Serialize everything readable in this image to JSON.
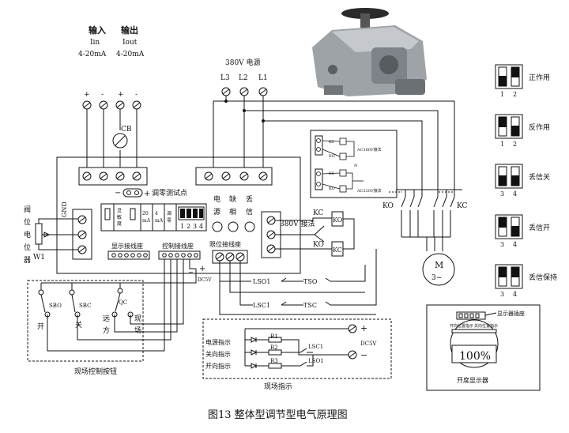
{
  "inputs": {
    "input_title": "输入",
    "input_sub": "Iin",
    "input_range": "4-20mA",
    "output_title": "输出",
    "output_sub": "Iout",
    "output_range": "4-20mA",
    "signs": [
      "+",
      "-",
      "+",
      "-"
    ],
    "cb": "CB"
  },
  "power": {
    "title": "380V 电源",
    "phases": [
      "L3",
      "L2",
      "L1"
    ]
  },
  "board": {
    "zero_test": "调零测试点",
    "minus": "−",
    "plus": "+",
    "sensitivity": [
      "灵",
      "敏",
      "度"
    ],
    "ma20": [
      "20",
      "mA"
    ],
    "ma4": [
      "4",
      "mA"
    ],
    "zero_adj": [
      "调",
      "零"
    ],
    "switch_nums": [
      "1",
      "2",
      "3",
      "4"
    ],
    "status_labels": [
      [
        "电",
        "源"
      ],
      [
        "缺",
        "相"
      ],
      [
        "丢",
        "信"
      ]
    ],
    "display_socket": "显示接线座",
    "control_socket": "控制接线座",
    "limit_socket": "限位接线座",
    "wiring_380": "380V 接法",
    "gnd": "GND",
    "dc5v": "DC5V",
    "kc": "KC",
    "ko": "KO"
  },
  "feedback": {
    "label": [
      "阀",
      "位",
      "电",
      "位",
      "器"
    ],
    "w1": "W1"
  },
  "relay_box": {
    "row1": "AC380V接法",
    "row2": "AC220V接法",
    "kc": "KC",
    "ko": "KO",
    "n": "N"
  },
  "motor": {
    "m": "M",
    "phase": "3~",
    "ko": "KO",
    "kc": "KC"
  },
  "limits": {
    "lso1": "LSO1",
    "tso": "TSO",
    "lsc1": "LSC1",
    "tsc": "TSC"
  },
  "buttons": {
    "sbo": "SBO",
    "sbc": "SBC",
    "qc": "QC",
    "open": "开",
    "close": "关",
    "remote": [
      "远",
      "方"
    ],
    "local": [
      "现",
      "场"
    ],
    "caption": "现场控制按钮"
  },
  "indicators": {
    "rows": [
      "电源指示",
      "关向指示",
      "开向指示"
    ],
    "resistors": [
      "R1",
      "R2",
      "R3"
    ],
    "contacts": [
      "LSC1",
      "LSO1"
    ],
    "plus": "+",
    "minus": "−",
    "dc5v": "DC5V",
    "caption": "现场指示"
  },
  "dip_legend": [
    {
      "label": "正作用",
      "nums": [
        "1",
        "2"
      ]
    },
    {
      "label": "反作用",
      "nums": [
        "1",
        "2"
      ]
    },
    {
      "label": "丢信关",
      "nums": [
        "3",
        "4"
      ]
    },
    {
      "label": "丢信开",
      "nums": [
        "3",
        "4"
      ]
    },
    {
      "label": "丢信保持",
      "nums": [
        "3",
        "4"
      ]
    }
  ],
  "display": {
    "socket": "显示器插座",
    "open_pos": "开向位置指示",
    "close_pos": "关向位置指示",
    "value": "100%",
    "caption": "开度显示器"
  },
  "figure_caption": "图13   整体型调节型电气原理图"
}
